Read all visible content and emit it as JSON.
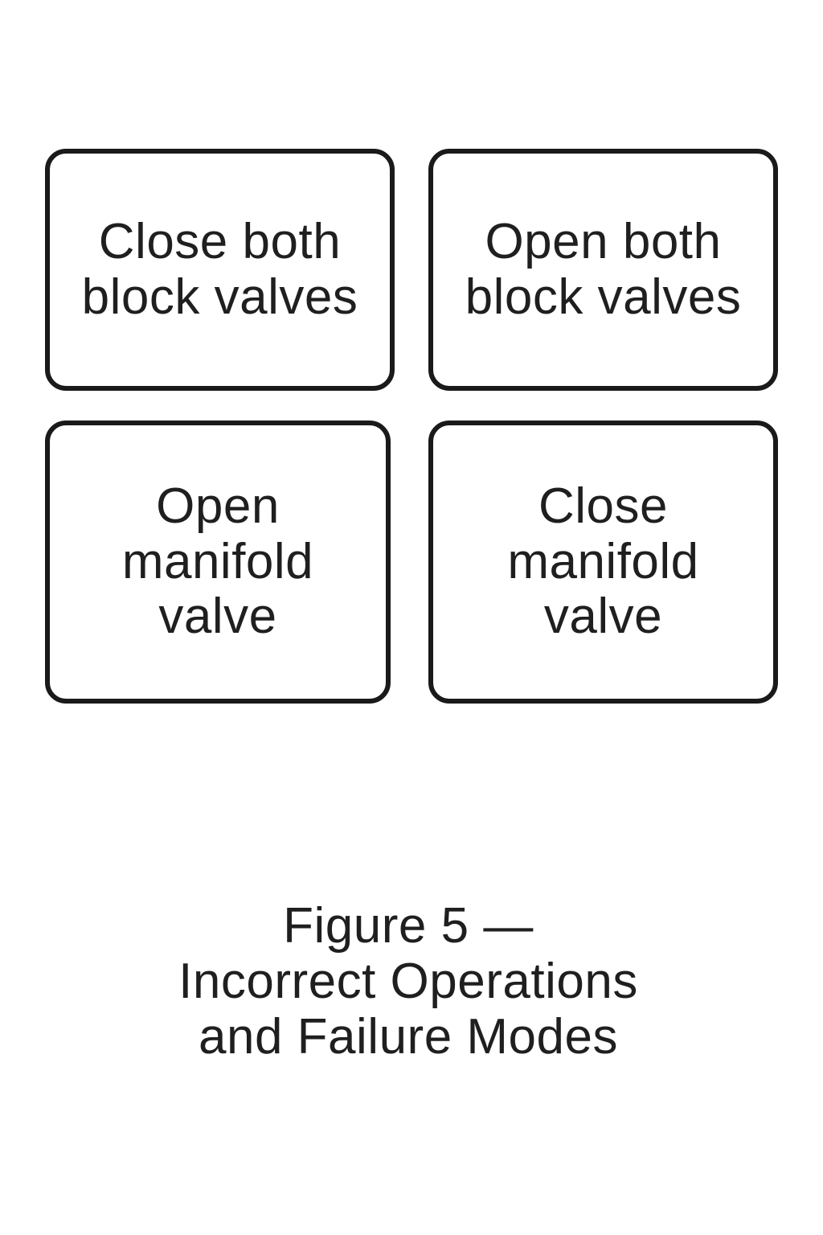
{
  "page": {
    "background_color": "#ffffff",
    "text_color": "#1f1f1f",
    "box_border_color": "#1a1a1a"
  },
  "boxes": [
    {
      "id": "close-both-block-valves",
      "label": "Close both\nblock valves"
    },
    {
      "id": "open-both-block-valves",
      "label": "Open both\nblock valves"
    },
    {
      "id": "open-manifold-valve",
      "label": "Open\nmanifold\nvalve"
    },
    {
      "id": "close-manifold-valve",
      "label": "Close\nmanifold\nvalve"
    }
  ],
  "caption": {
    "text": "Figure 5 —\nIncorrect Operations\nand Failure Modes"
  }
}
